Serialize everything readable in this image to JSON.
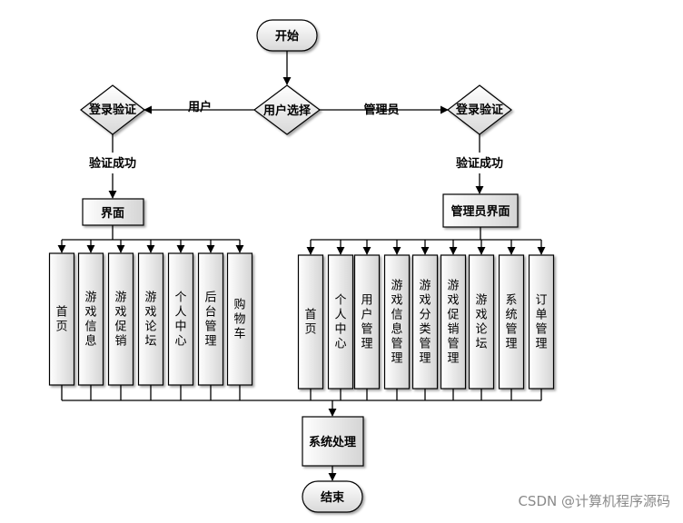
{
  "nodes": {
    "start": "开始",
    "user_choice": "用户选择",
    "login_left": "登录验证",
    "login_right": "登录验证",
    "ui_user": "界面",
    "ui_admin": "管理员界面",
    "system": "系统处理",
    "end": "结束"
  },
  "edge_labels": {
    "user": "用户",
    "admin": "管理员",
    "success_left": "验证成功",
    "success_right": "验证成功"
  },
  "user_modules": [
    "首页",
    "游戏信息",
    "游戏促销",
    "游戏论坛",
    "个人中心",
    "后台管理",
    "购物车"
  ],
  "admin_modules": [
    "首页",
    "个人中心",
    "用户管理",
    "游戏信息管理",
    "游戏分类管理",
    "游戏促销管理",
    "游戏论坛",
    "系统管理",
    "订单管理"
  ],
  "watermark": "CSDN @计算机程序源码"
}
